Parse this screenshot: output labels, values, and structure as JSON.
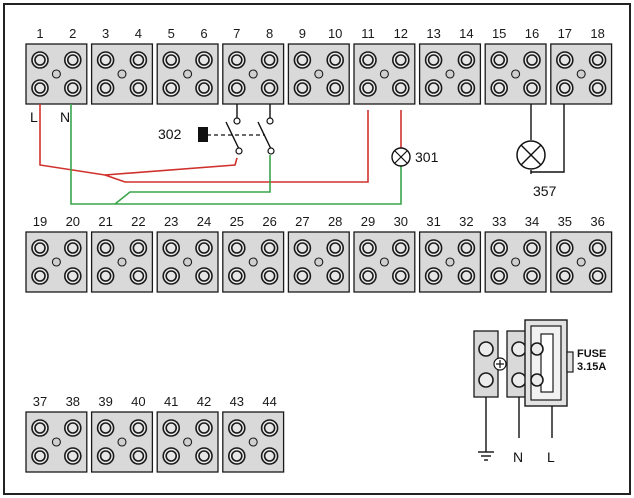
{
  "diagram": {
    "rows": [
      {
        "numbers": [
          "1",
          "2",
          "3",
          "4",
          "5",
          "6",
          "7",
          "8",
          "9",
          "10",
          "11",
          "12",
          "13",
          "14",
          "15",
          "16",
          "17",
          "18"
        ]
      },
      {
        "numbers": [
          "19",
          "20",
          "21",
          "22",
          "23",
          "24",
          "25",
          "26",
          "27",
          "28",
          "29",
          "30",
          "31",
          "32",
          "33",
          "34",
          "35",
          "36"
        ]
      },
      {
        "numbers": [
          "37",
          "38",
          "39",
          "40",
          "41",
          "42",
          "43",
          "44"
        ]
      }
    ],
    "labels": {
      "terminal_l": "L",
      "terminal_n": "N",
      "switch": "302",
      "lamp_301": "301",
      "lamp_357": "357",
      "earth": "⏚",
      "mains_n": "N",
      "mains_l": "L",
      "fuse_line1": "FUSE",
      "fuse_line2": "3.15A"
    },
    "colors": {
      "red_wire": "#d0312d",
      "green_wire": "#3aa54a",
      "black_wire": "#111111",
      "terminal_fill": "#d9d9d9"
    }
  }
}
